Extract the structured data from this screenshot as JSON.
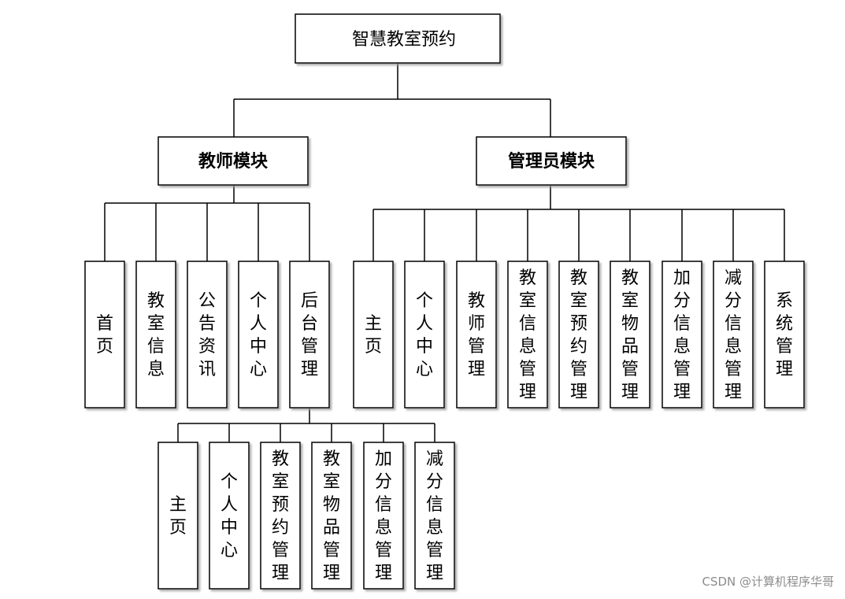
{
  "root": {
    "label": "智慧教室预约"
  },
  "teacher_module": {
    "label": "教师模块",
    "children": [
      "首页",
      "教室信息",
      "公告资讯",
      "个人中心",
      "后台管理"
    ]
  },
  "admin_module": {
    "label": "管理员模块",
    "children": [
      "主页",
      "个人中心",
      "教师管理",
      "教室信息管理",
      "教室预约管理",
      "教室物品管理",
      "加分信息管理",
      "减分信息管理",
      "系统管理"
    ]
  },
  "backend_module": {
    "parent": "后台管理",
    "children": [
      "主页",
      "个人中心",
      "教室预约管理",
      "教室物品管理",
      "加分信息管理",
      "减分信息管理"
    ]
  },
  "watermark": "CSDN @计算机程序华哥",
  "colors": {
    "line": "#000000",
    "box_fill": "#ffffff",
    "shadow": "#bfbfbf",
    "watermark": "#8c8c8c"
  }
}
